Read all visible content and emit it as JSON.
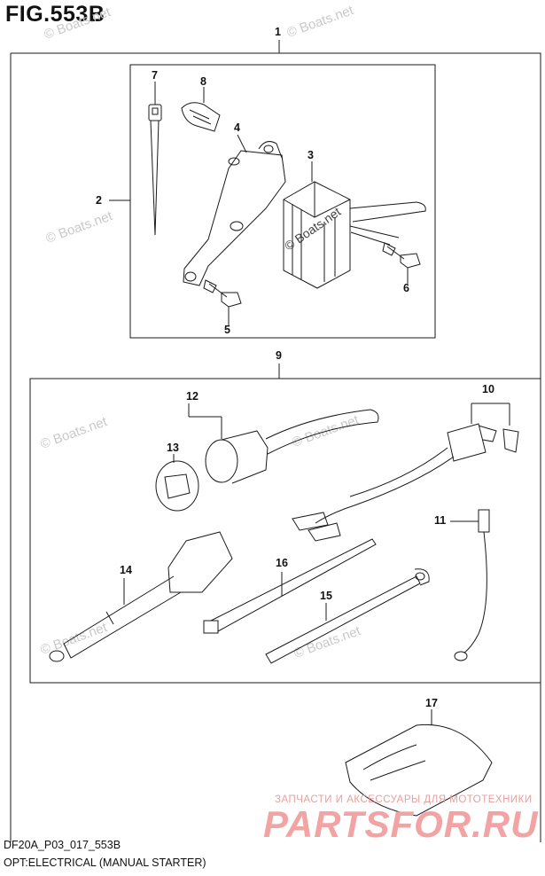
{
  "figure": {
    "title": "FIG.553B",
    "ref_code": "DF20A_P03_017_553B",
    "caption": "OPT:ELECTRICAL (MANUAL STARTER)"
  },
  "watermarks": {
    "text": "© Boats.net",
    "promo_text": "ЗАПЧАСТИ И АКСЕССУАРЫ ДЛЯ МОТОТЕХНИКИ",
    "brand_text": "PARTSFOR.RU"
  },
  "callouts": [
    "1",
    "2",
    "3",
    "4",
    "5",
    "6",
    "7",
    "8",
    "9",
    "10",
    "11",
    "12",
    "13",
    "14",
    "15",
    "16",
    "17"
  ],
  "colors": {
    "line": "#1a1a1a",
    "watermark": "#c9c9c9",
    "brand": "#f2a4a4"
  }
}
